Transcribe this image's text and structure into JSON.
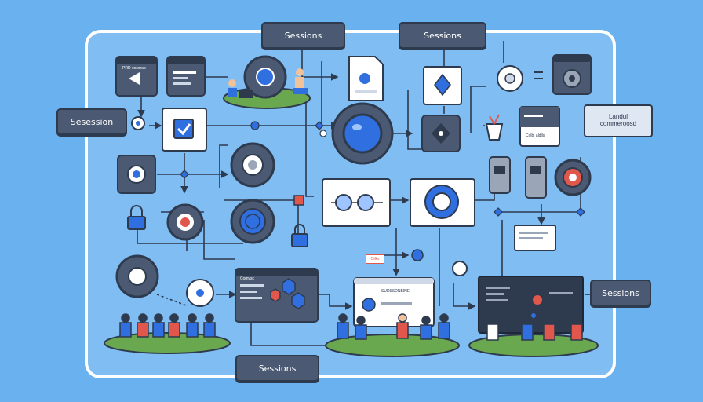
{
  "labels": {
    "top_left": "Sessions",
    "top_right": "Sessions",
    "left": "Sesession",
    "right_top_line1": "Landul",
    "right_top_line2": "commeroosd",
    "right_bottom": "Sessions",
    "bottom": "Sessions"
  },
  "small_text": {
    "window_caption": "PRD cosorab",
    "panel_title": "Comvsc",
    "monitor_title": "SUDSSDNBINE",
    "board_caption": "Colbl aldlls",
    "red_tag": "Oilks"
  },
  "colors": {
    "background": "#69b2ef",
    "frame": "#ffffff",
    "tile": "#4b5a72",
    "accent_blue": "#2f6fe0",
    "grass": "#6aa84f",
    "accent_red": "#e2574c"
  }
}
